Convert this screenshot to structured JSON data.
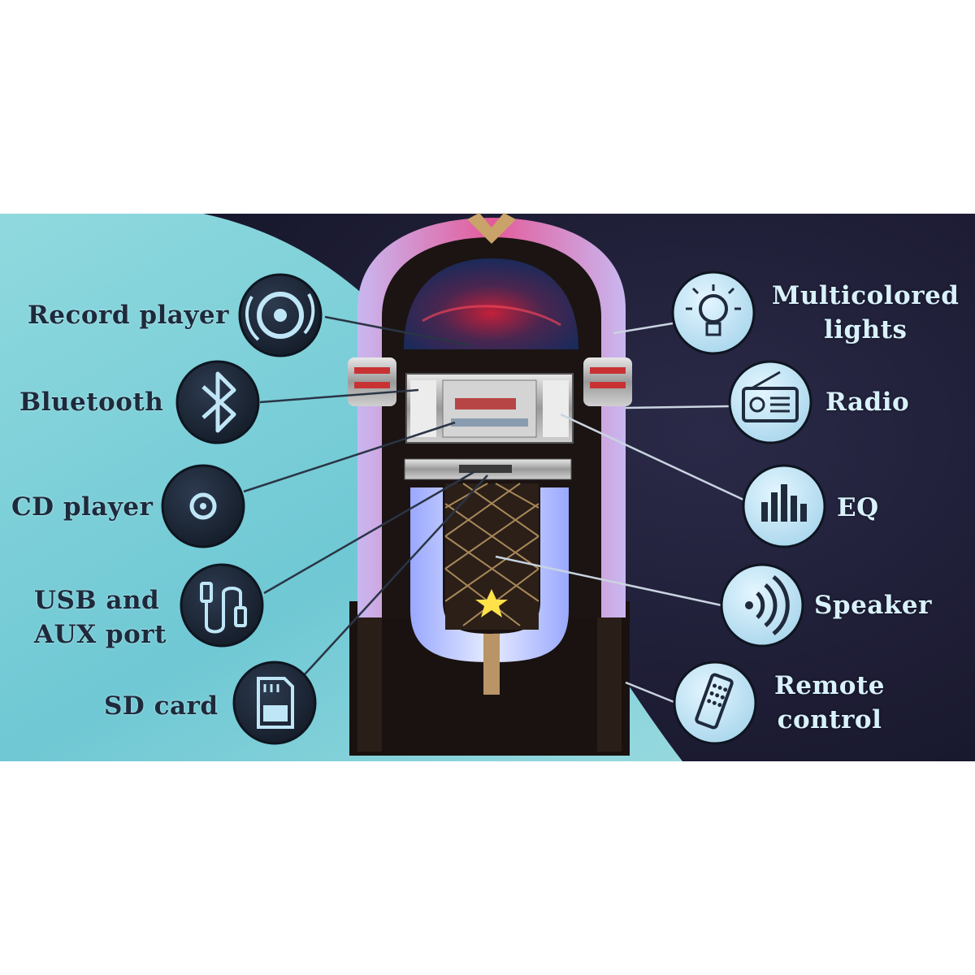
{
  "colors": {
    "left_bg": "#7fd0d8",
    "right_bg": "#1f1e36",
    "icon_fill": "#1f2b3d",
    "icon_light": "#bfe6f7",
    "label_dark": "#1e2a3c",
    "label_light": "#d8f1fb"
  },
  "features_left": [
    {
      "lines": [
        "Record player"
      ],
      "icon": "record-player-icon"
    },
    {
      "lines": [
        "Bluetooth"
      ],
      "icon": "bluetooth-icon"
    },
    {
      "lines": [
        "CD player"
      ],
      "icon": "cd-icon"
    },
    {
      "lines": [
        "USB and",
        "AUX port"
      ],
      "icon": "usb-cable-icon"
    },
    {
      "lines": [
        "SD card"
      ],
      "icon": "sd-card-icon"
    }
  ],
  "features_right": [
    {
      "lines": [
        "Multicolored",
        "lights"
      ],
      "icon": "light-bulb-icon"
    },
    {
      "lines": [
        "Radio"
      ],
      "icon": "radio-icon"
    },
    {
      "lines": [
        "EQ"
      ],
      "icon": "equalizer-icon"
    },
    {
      "lines": [
        "Speaker"
      ],
      "icon": "speaker-waves-icon"
    },
    {
      "lines": [
        "Remote",
        "control"
      ],
      "icon": "remote-control-icon"
    }
  ]
}
